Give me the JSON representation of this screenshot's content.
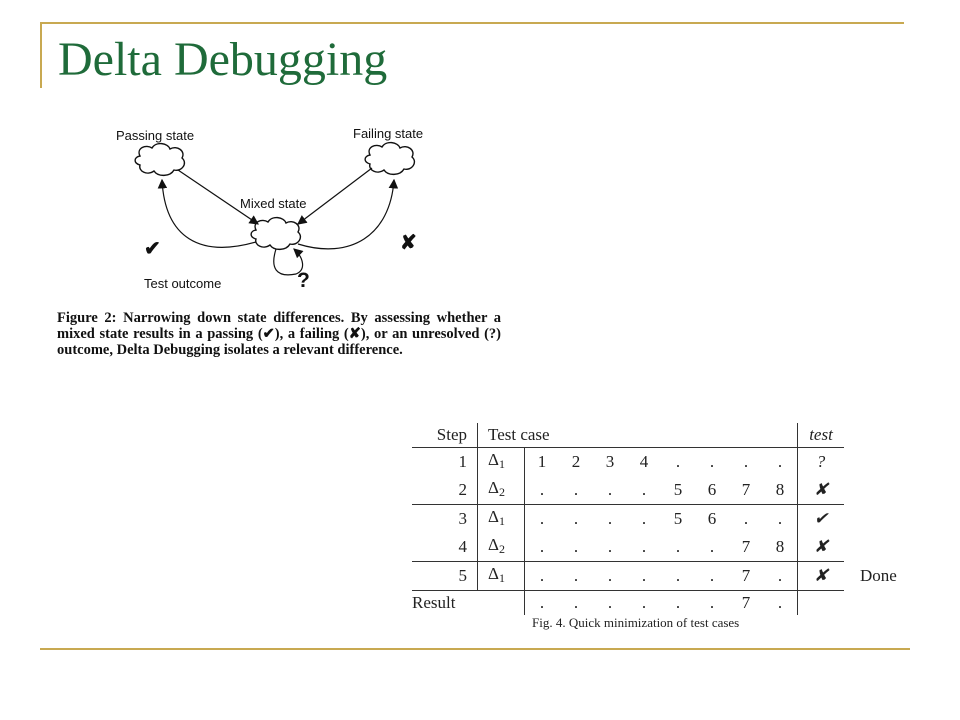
{
  "slide": {
    "title": "Delta Debugging",
    "colors": {
      "title": "#1f6b3a",
      "rule": "#c8a951"
    }
  },
  "diagram": {
    "passing_label": "Passing state",
    "failing_label": "Failing state",
    "mixed_label": "Mixed state",
    "test_outcome_label": "Test outcome",
    "pass_symbol": "✔",
    "fail_symbol": "✘",
    "unresolved_symbol": "?"
  },
  "caption": {
    "text": "Figure 2: Narrowing down state differences. By assessing whether a mixed state results in a passing (✔), a failing (✘), or an unresolved (?) outcome, Delta Debugging isolates a relevant difference."
  },
  "table": {
    "headers": {
      "step": "Step",
      "test_case": "Test case",
      "test": "test"
    },
    "rows": [
      {
        "step": "1",
        "delta": "Δ",
        "sub": "1",
        "cells": [
          "1",
          "2",
          "3",
          "4",
          ".",
          ".",
          ".",
          "."
        ],
        "test": "?",
        "done": ""
      },
      {
        "step": "2",
        "delta": "Δ",
        "sub": "2",
        "cells": [
          ".",
          ".",
          ".",
          ".",
          "5",
          "6",
          "7",
          "8"
        ],
        "test": "✘",
        "done": ""
      },
      {
        "step": "3",
        "delta": "Δ",
        "sub": "1",
        "cells": [
          ".",
          ".",
          ".",
          ".",
          "5",
          "6",
          ".",
          "."
        ],
        "test": "✔",
        "done": ""
      },
      {
        "step": "4",
        "delta": "Δ",
        "sub": "2",
        "cells": [
          ".",
          ".",
          ".",
          ".",
          ".",
          ".",
          "7",
          "8"
        ],
        "test": "✘",
        "done": ""
      },
      {
        "step": "5",
        "delta": "Δ",
        "sub": "1",
        "cells": [
          ".",
          ".",
          ".",
          ".",
          ".",
          ".",
          "7",
          "."
        ],
        "test": "✘",
        "done": "Done"
      }
    ],
    "result": {
      "label": "Result",
      "cells": [
        ".",
        ".",
        ".",
        ".",
        ".",
        ".",
        "7",
        "."
      ]
    },
    "caption": "Fig. 4. Quick minimization of test cases"
  }
}
